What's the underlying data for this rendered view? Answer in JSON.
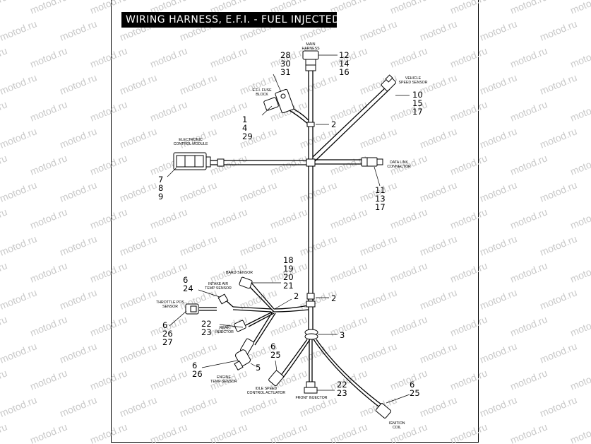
{
  "title": "WIRING HARNESS, E.F.I. - FUEL INJECTED",
  "watermark": "motod.ru",
  "colors": {
    "ink": "#000000",
    "watermark": "#c9c9c9",
    "title_bg": "#000000",
    "title_fg": "#ffffff"
  },
  "components": {
    "main_harness": {
      "label": [
        "MAIN",
        "HARNESS"
      ],
      "refs": [
        "12",
        "14",
        "16"
      ]
    },
    "fuse_block": {
      "label": [
        "E.F.I. FUSE",
        "BLOCK"
      ],
      "refs_top": [
        "28",
        "30",
        "31"
      ],
      "refs_bottom": [
        "1",
        "4",
        "29"
      ]
    },
    "vehicle_speed_sensor": {
      "label": [
        "VEHICLE",
        "SPEED SENSOR"
      ],
      "refs": [
        "10",
        "15",
        "17"
      ]
    },
    "ecm": {
      "label": [
        "ELECTRONIC",
        "CONTROL MODULE"
      ],
      "refs": [
        "7",
        "8",
        "9"
      ]
    },
    "data_link": {
      "label": [
        "DATA LINK",
        "CONNECTOR"
      ],
      "refs": [
        "11",
        "13",
        "17"
      ]
    },
    "baro_sensor": {
      "label": [
        "BARO SENSOR"
      ],
      "refs": [
        "18",
        "19",
        "20",
        "21"
      ]
    },
    "intake_air_temp": {
      "label": [
        "INTAKE AIR",
        "TEMP SENSOR"
      ],
      "refs": [
        "6",
        "24"
      ]
    },
    "throttle_pos": {
      "label": [
        "THROTTLE POS",
        "SENSOR"
      ],
      "refs": [
        "6",
        "26",
        "27"
      ]
    },
    "rear_injector": {
      "label": [
        "REAR",
        "INJECTOR"
      ],
      "refs": [
        "22",
        "23"
      ]
    },
    "engine_temp": {
      "label": [
        "ENGINE",
        "TEMP SENSOR"
      ],
      "refs": [
        "6",
        "26"
      ]
    },
    "idle_speed_actuator": {
      "label": [
        "IDLE SPEED",
        "CONTROL ACTUATOR"
      ],
      "refs": [
        "6",
        "25"
      ]
    },
    "front_injector": {
      "label": [
        "FRONT INJECTOR"
      ],
      "refs": [
        "22",
        "23"
      ]
    },
    "ignition_coil": {
      "label": [
        "IGNITION",
        "COIL"
      ],
      "refs": [
        "6",
        "25"
      ]
    }
  },
  "callouts": {
    "clip_upper": "2",
    "clip_middle": "2",
    "clip_left": "2",
    "clamp": "3",
    "engine_temp_part": "5"
  }
}
